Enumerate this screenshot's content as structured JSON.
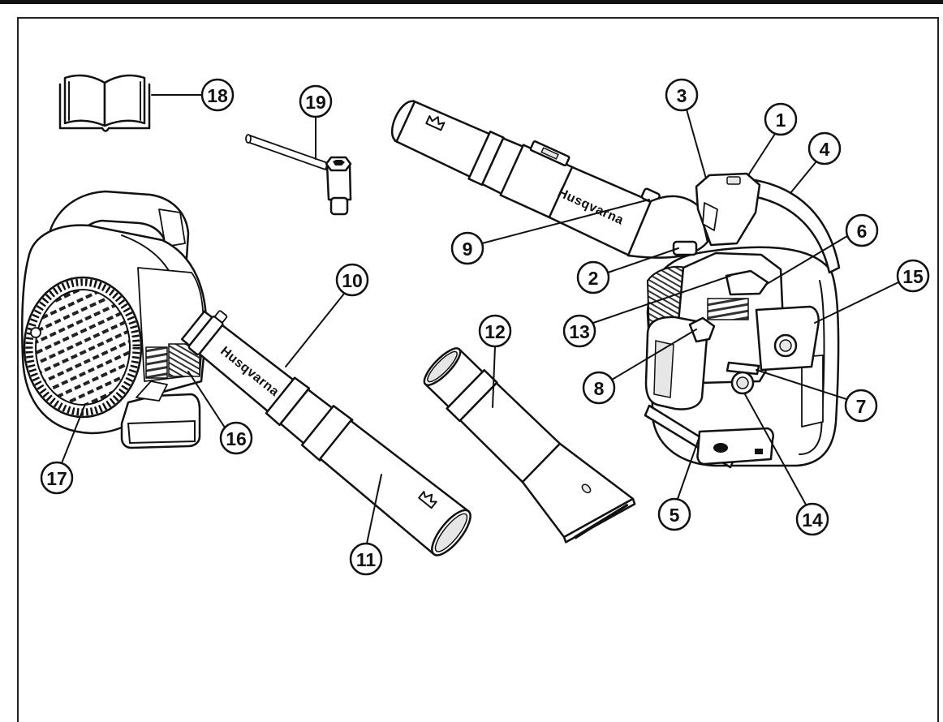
{
  "callouts": {
    "1": "1",
    "2": "2",
    "3": "3",
    "4": "4",
    "5": "5",
    "6": "6",
    "7": "7",
    "8": "8",
    "9": "9",
    "10": "10",
    "11": "11",
    "12": "12",
    "13": "13",
    "14": "14",
    "15": "15",
    "16": "16",
    "17": "17",
    "18": "18",
    "19": "19"
  },
  "brand": {
    "name": "Husqvarna"
  },
  "colors": {
    "ink": "#111111",
    "paper": "#ffffff",
    "shade": "#e6e6e6"
  }
}
